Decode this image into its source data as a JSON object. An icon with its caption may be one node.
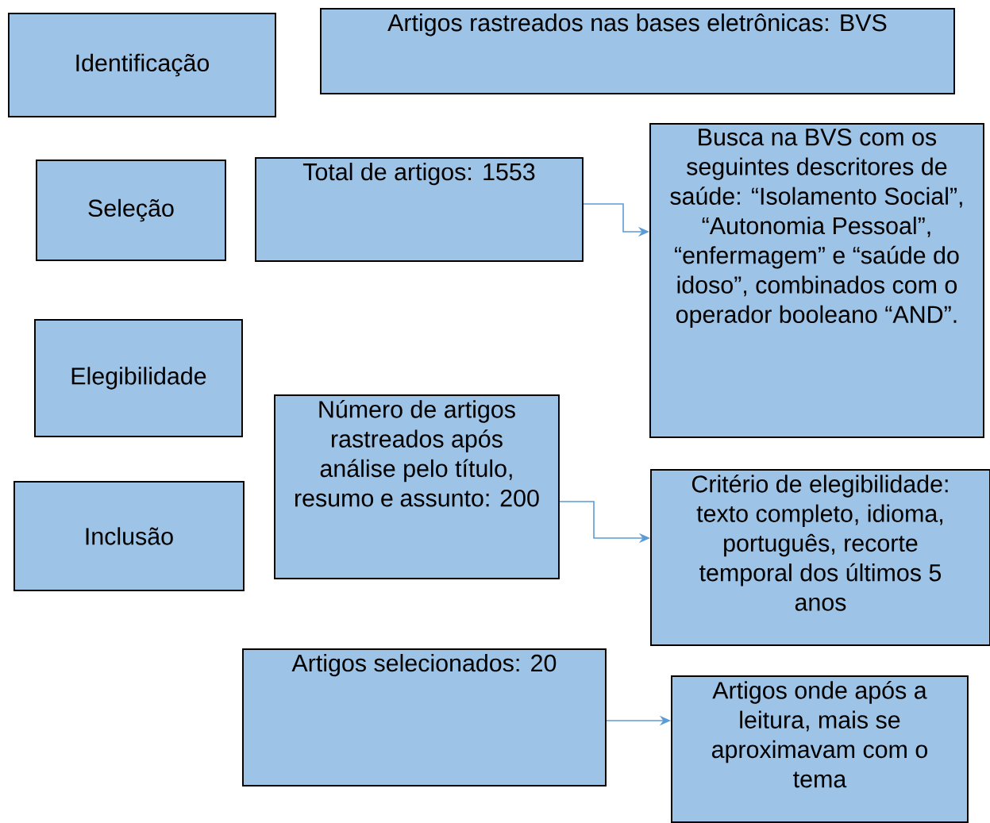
{
  "diagram": {
    "nodes": [
      {
        "text": [
          "Identificação"
        ]
      },
      {
        "text": [
          "Artigos rastreados nas bases eletrônicas: BVS"
        ]
      },
      {
        "text": [
          "Seleção"
        ]
      },
      {
        "text": [
          "Total de artigos: 1553"
        ]
      },
      {
        "text": [
          "Busca na BVS com os seguintes descritores de saúde: “Isolamento Social”, “Autonomia Pessoal”, “enfermagem” e “saúde do idoso”, combinados com o operador booleano “AND”."
        ]
      },
      {
        "text": [
          "Elegibilidade"
        ]
      },
      {
        "text": [
          "Número de artigos rastreados após análise pelo título, resumo e assunto: 200"
        ]
      },
      {
        "text": [
          "Inclusão"
        ]
      },
      {
        "text": [
          "Critério de elegibilidade: texto completo, idioma, português, recorte temporal dos últimos 5 anos"
        ]
      },
      {
        "text": [
          "Artigos selecionados: 20"
        ]
      },
      {
        "text": [
          "Artigos onde após a leitura, mais se aproximavam com o tema"
        ]
      }
    ],
    "edges": [
      {
        "from": 3,
        "to": 4,
        "arrow": "to"
      },
      {
        "from": 6,
        "to": 8,
        "arrow": "to"
      },
      {
        "from": 9,
        "to": 10,
        "arrow": "to"
      }
    ]
  }
}
